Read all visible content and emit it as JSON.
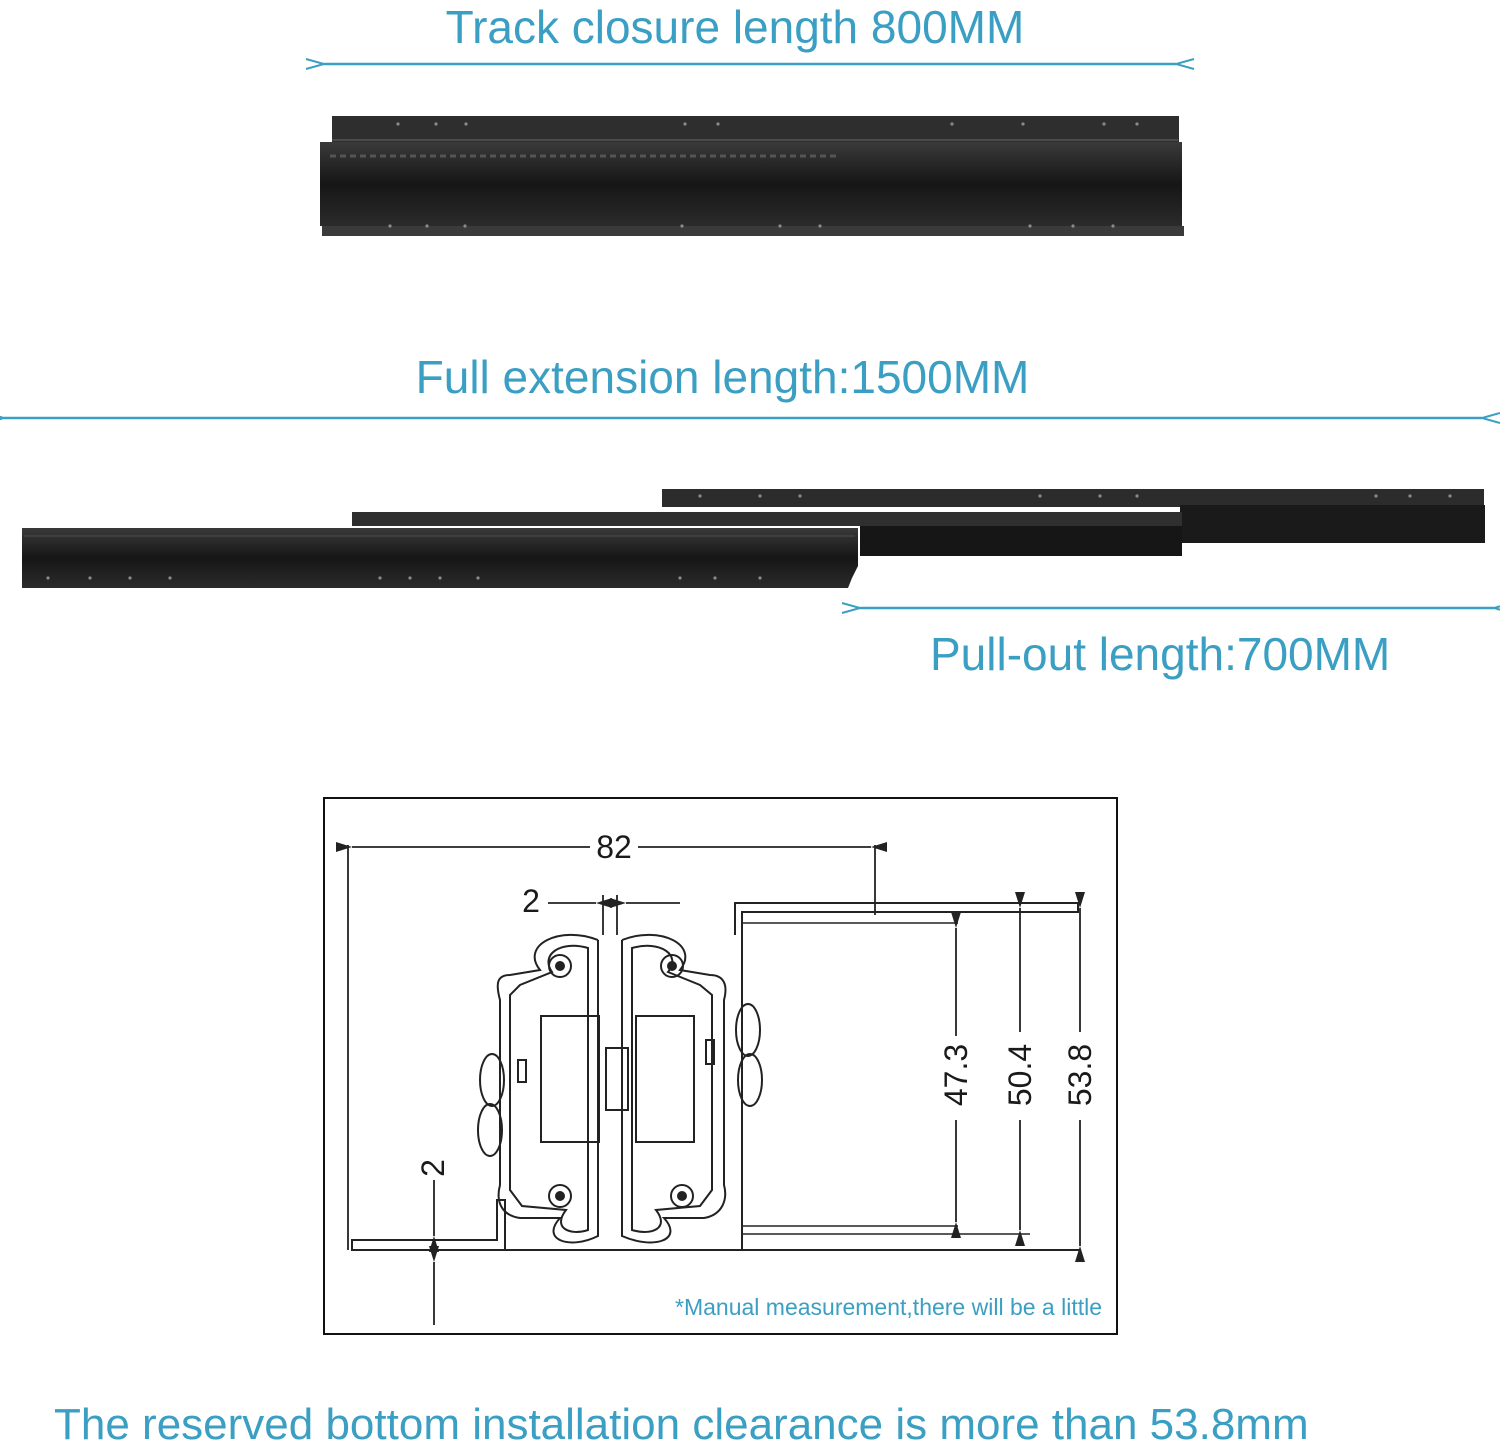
{
  "labels": {
    "closure": "Track closure length 800MM",
    "full_extension": "Full extension length:1500MM",
    "pull_out": "Pull-out length:700MM",
    "footer": "The reserved bottom installation clearance is more than 53.8mm"
  },
  "drawing": {
    "width": "82",
    "gap": "2",
    "bottom_gap": "2",
    "h1": "47.3",
    "h2": "50.4",
    "h3": "53.8",
    "note": "*Manual measurement,there will be a little"
  },
  "colors": {
    "accent": "#3a9fc2",
    "rail": "#1c1c1c",
    "line": "#222222"
  }
}
